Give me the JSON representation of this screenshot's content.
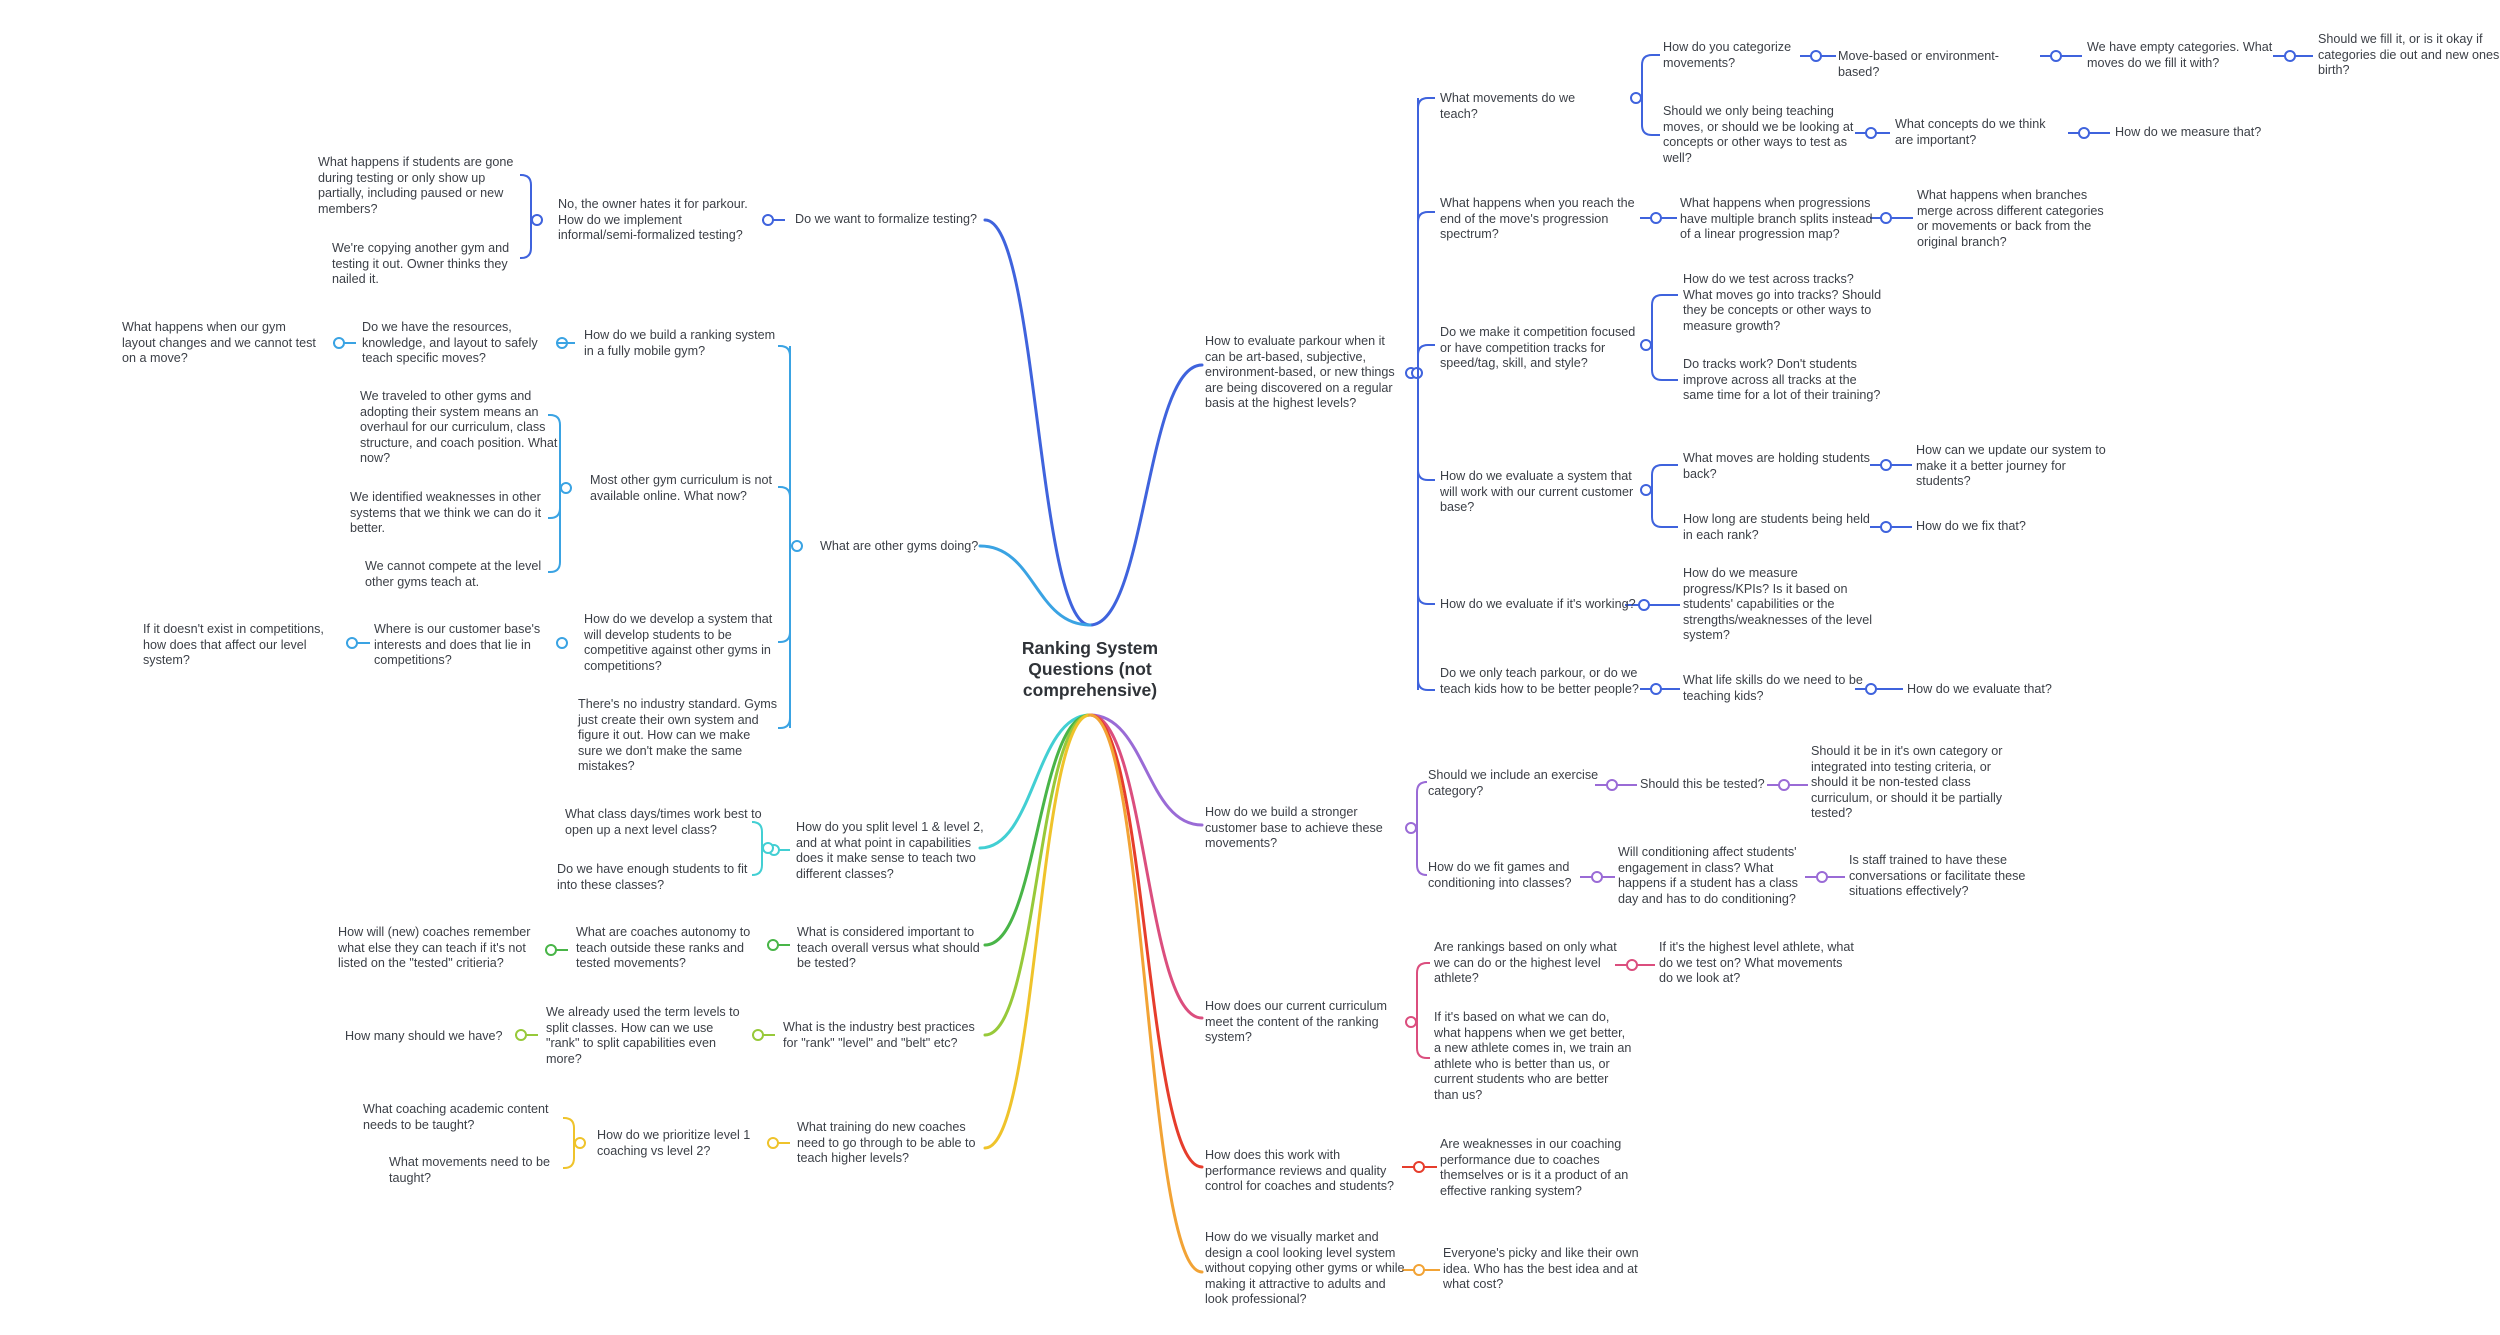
{
  "title": "Ranking System Questions (not comprehensive)",
  "colors": {
    "blue": "#3f63dd",
    "skyblue": "#3aa3e3",
    "teal": "#42cfd3",
    "green": "#49b548",
    "lime": "#97c93a",
    "yellow": "#efc32b",
    "purple": "#9a6bd6",
    "pink": "#db4e7e",
    "red": "#e63d2c",
    "orange": "#f2a335"
  },
  "nodes": {
    "r1": "How to evaluate parkour when it can be art-based, subjective, environment-based, or new things are being discovered on a regular basis at the highest levels?",
    "r1a": "What movements do we teach?",
    "r1a1": "How do you categorize movements?",
    "r1a1a": "Move-based or environment-based?",
    "r1a1a1": "We have empty categories. What moves do we fill it with?",
    "r1a1a1a": "Should we fill it, or is it okay if categories die out and new ones birth?",
    "r1a2": "Should we only being teaching moves, or should we be looking at concepts or other ways to test as well?",
    "r1a2a": "What concepts do we think are important?",
    "r1a2a1": "How do we measure that?",
    "r1b": "What happens when you reach the end of the move's progression spectrum?",
    "r1b1": "What happens when progressions have multiple branch splits instead of a linear progression map?",
    "r1b1a": "What happens when branches merge across different categories or movements or back from the original branch?",
    "r1c": "Do we make it competition focused or have competition tracks for speed/tag, skill, and style?",
    "r1c1": "How do we test across tracks? What moves go into tracks? Should they be concepts or other ways to measure growth?",
    "r1c2": "Do tracks work? Don't students improve across all tracks at the same time for a lot of their training?",
    "r1d": "How do we evaluate a system that will work with our current customer base?",
    "r1d1": "What moves are holding students back?",
    "r1d1a": "How can we update our system to make it a better journey for students?",
    "r1d2": "How long are students being held in each rank?",
    "r1d2a": "How do we fix that?",
    "r1e": "How do we evaluate if it's working?",
    "r1e1": "How do we measure progress/KPIs? Is it based on students' capabilities or the strengths/weaknesses of the level system?",
    "r1f": "Do we only teach parkour, or do we teach kids how to be better people?",
    "r1f1": "What life skills do we need to be teaching kids?",
    "r1f1a": "How do we evaluate that?",
    "r2": "How do we build a stronger customer base to achieve these movements?",
    "r2a": "Should we include an exercise category?",
    "r2a1": "Should this be tested?",
    "r2a1a": "Should it be in it's own category or integrated into testing criteria, or should it be non-tested class curriculum, or should it be partially tested?",
    "r2b": "How do we fit games and conditioning into classes?",
    "r2b1": "Will conditioning affect students' engagement in class? What happens if a student has a class day and has to do conditioning?",
    "r2b1a": "Is staff trained to have these conversations or facilitate these situations effectively?",
    "r3": "How does our current curriculum meet the content of the ranking system?",
    "r3a": "Are rankings based on only what we can do or the highest level athlete?",
    "r3a1": "If it's the highest level athlete, what do we test on? What movements do we look at?",
    "r3b": "If it's based on what we can do, what happens when we get better, a new athlete comes in, we train an athlete who is better than us, or current students who are better than us?",
    "r4": "How does this work with performance reviews and quality control for coaches and students?",
    "r4a": "Are weaknesses in our coaching performance due to coaches themselves or is it a product of an effective ranking system?",
    "r5": "How do we visually market and design a cool looking level system without copying other gyms or while making it attractive to adults and look professional?",
    "r5a": "Everyone's picky and like their own idea. Who has the best idea and at what cost?",
    "l1": "Do we want to formalize testing?",
    "l1a": "No, the owner hates it for parkour. How do we implement informal/semi-formalized testing?",
    "l1a1": "What happens if students are gone during testing or only show up partially, including paused or new members?",
    "l1a2": "We're copying another gym and testing it out. Owner thinks they nailed it.",
    "l2": "What are other gyms doing?",
    "l2a": "How do we build a ranking system in a fully mobile gym?",
    "l2a1": "Do we have the resources, knowledge, and layout to safely teach specific moves?",
    "l2a1a": "What happens when our gym layout changes and we cannot test on a move?",
    "l2b": "Most other gym curriculum is not available online. What now?",
    "l2b1": "We traveled to other gyms and adopting their system means an overhaul for our curriculum, class structure, and coach position. What now?",
    "l2b2": "We identified weaknesses in other systems that we think we can do it better.",
    "l2b3": "We cannot compete at the level other gyms teach at.",
    "l2c": "How do we develop a system that will develop students to be competitive against other gyms in competitions?",
    "l2c1": "Where is our customer base's interests and does that lie in competitions?",
    "l2c1a": "If it doesn't exist in competitions, how does that affect our level system?",
    "l2d": "There's no industry standard. Gyms just create their own system and figure it out. How can we make sure we don't make the same mistakes?",
    "l3": "How do you split level 1 & level 2, and at what point in capabilities does it make sense to teach two different classes?",
    "l3a": "What class days/times work best to open up a next level class?",
    "l3b": "Do we have enough students to fit into these classes?",
    "l4": "What is considered important to teach overall versus what should be tested?",
    "l4a": "What are coaches autonomy to teach outside these ranks and tested movements?",
    "l4a1": "How will (new) coaches remember what else they can teach if it's not listed on the \"tested\" critieria?",
    "l5": "What is the industry best practices for \"rank\" \"level\" and \"belt\" etc?",
    "l5a": "We already used the term levels to split classes. How can we use \"rank\" to split capabilities even more?",
    "l5a1": "How many should we have?",
    "l6": "What training do new coaches need to go through to be able to teach higher levels?",
    "l6a": "How do we prioritize level 1 coaching vs level 2?",
    "l6a1": "What coaching academic content needs to be taught?",
    "l6a2": "What movements need to be taught?"
  }
}
